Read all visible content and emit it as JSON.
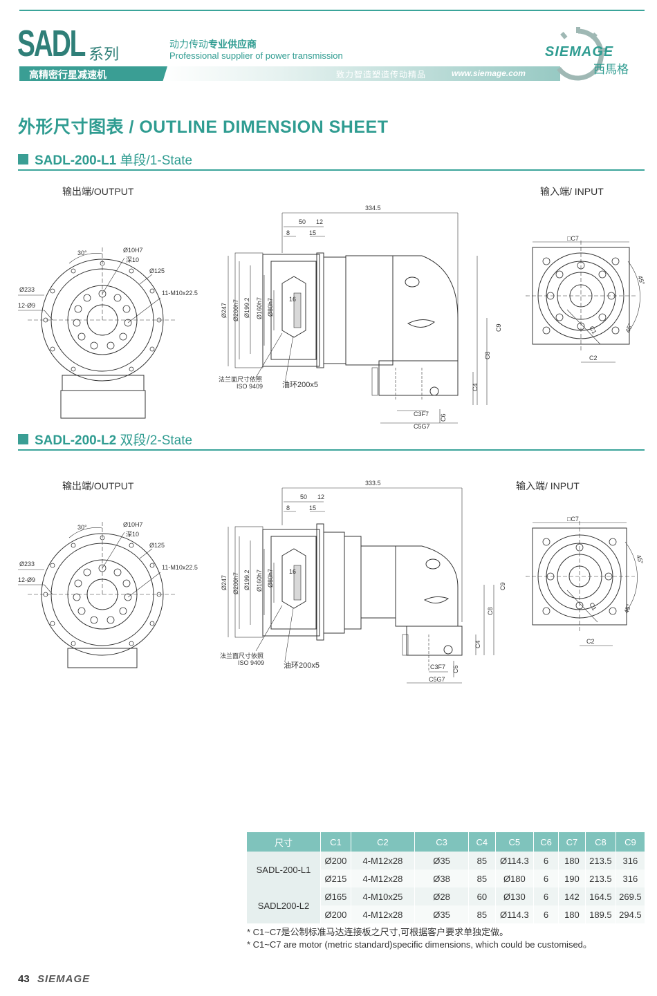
{
  "header": {
    "brand": "SADL",
    "brand_suffix": "系列",
    "tagline_cn_plain": "动力传动",
    "tagline_cn_bold": "专业供应商",
    "tagline_en": "Professional supplier of power transmission",
    "product_label": "高精密行星减速机",
    "motto": "致力智造塑造传动精品",
    "website": "www.siemage.com",
    "logo_text": "SIEMAGE",
    "logo_cn": "西馬格"
  },
  "page_title": "外形尺寸图表 / OUTLINE DIMENSION SHEET",
  "sections": [
    {
      "model": "SADL-200-L1",
      "stage": "单段/1-State",
      "output_label": "输出端/OUTPUT",
      "input_label": "输入端/ INPUT",
      "dims": {
        "overall": "334.5",
        "d50": "50",
        "d12": "12",
        "d8": "8",
        "d15": "15",
        "d16": "16",
        "d247": "Ø247",
        "d200": "Ø200h7",
        "d199": "Ø199.2",
        "d160": "Ø160h7",
        "d80": "Ø80h7",
        "c9": "C9",
        "c8": "C8",
        "c4": "C4",
        "c6": "C6",
        "c3": "C3F7",
        "c5": "C5G7",
        "flange_note": "法兰面尺寸依照",
        "iso": "ISO 9409",
        "oil_ring": "油环200x5",
        "out_30": "30°",
        "out_d10": "Ø10H7",
        "out_depth": "深10",
        "out_d125": "Ø125",
        "out_d233": "Ø233",
        "out_holes": "12-Ø9",
        "out_thread": "11-M10x22.5",
        "c7": "□C7",
        "c1": "C1",
        "c2": "C2",
        "a45a": "45°",
        "a45b": "45°"
      }
    },
    {
      "model": "SADL-200-L2",
      "stage": "双段/2-State",
      "output_label": "输出端/OUTPUT",
      "input_label": "输入端/ INPUT",
      "dims": {
        "overall": "333.5",
        "d50": "50",
        "d12": "12",
        "d8": "8",
        "d15": "15",
        "d16": "16",
        "d247": "Ø247",
        "d200": "Ø200h7",
        "d199": "Ø199.2",
        "d160": "Ø160h7",
        "d80": "Ø80h7",
        "c9": "C9",
        "c8": "C8",
        "c4": "C4",
        "c6": "C6",
        "c3": "C3F7",
        "c5": "C5G7",
        "flange_note": "法兰面尺寸依照",
        "iso": "ISO 9409",
        "oil_ring": "油环200x5",
        "out_30": "30°",
        "out_d10": "Ø10H7",
        "out_depth": "深10",
        "out_d125": "Ø125",
        "out_d233": "Ø233",
        "out_holes": "12-Ø9",
        "out_thread": "11-M10x22.5",
        "c7": "□C7",
        "c1": "C1",
        "c2": "C2",
        "a45a": "45°",
        "a45b": "45°"
      }
    }
  ],
  "table": {
    "headers": [
      "尺寸",
      "C1",
      "C2",
      "C3",
      "C4",
      "C5",
      "C6",
      "C7",
      "C8",
      "C9"
    ],
    "groups": [
      {
        "model": "SADL-200-L1",
        "rows": [
          [
            "Ø200",
            "4-M12x28",
            "Ø35",
            "85",
            "Ø114.3",
            "6",
            "180",
            "213.5",
            "316"
          ],
          [
            "Ø215",
            "4-M12x28",
            "Ø38",
            "85",
            "Ø180",
            "6",
            "190",
            "213.5",
            "316"
          ]
        ]
      },
      {
        "model": "SADL200-L2",
        "rows": [
          [
            "Ø165",
            "4-M10x25",
            "Ø28",
            "60",
            "Ø130",
            "6",
            "142",
            "164.5",
            "269.5"
          ],
          [
            "Ø200",
            "4-M12x28",
            "Ø35",
            "85",
            "Ø114.3",
            "6",
            "180",
            "189.5",
            "294.5"
          ]
        ]
      }
    ]
  },
  "notes": [
    "* C1~C7是公制标准马达连接板之尺寸,可根据客户要求单独定做。",
    "* C1~C7 are motor (metric standard)specific dimensions, which could be customised。"
  ],
  "footer": {
    "page_number": "43",
    "logo": "SIEMAGE"
  },
  "colors": {
    "brand_teal": "#2f9c91",
    "table_header": "#7fc3bc"
  }
}
